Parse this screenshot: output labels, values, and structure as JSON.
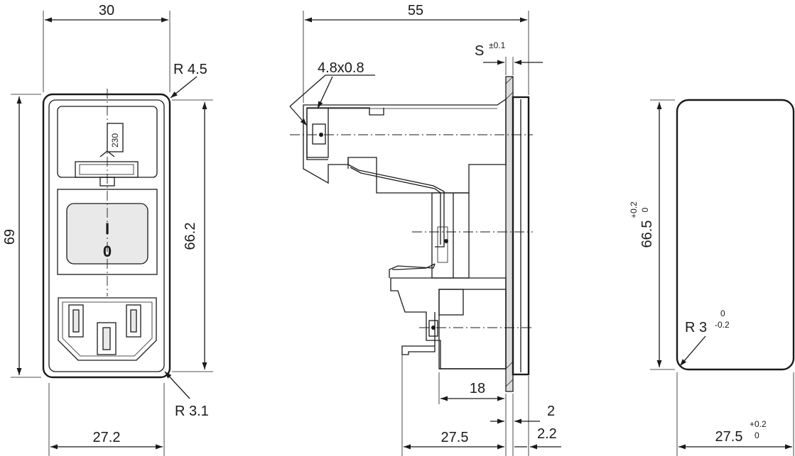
{
  "front_view": {
    "width_top": "30",
    "radius_outer": "R 4.5",
    "height_total": "69",
    "height_inner": "66.2",
    "radius_corner": "R 3.1",
    "width_bottom": "27.2",
    "voltage_label": "230",
    "switch_on": "I",
    "switch_off": "0"
  },
  "side_view": {
    "depth_total": "55",
    "tab_label": "4.8x0.8",
    "s_label": "S",
    "s_tolerance": "±0.1",
    "depth_18": "18",
    "thickness_2": "2",
    "depth_27_5": "27.5",
    "thickness_2_2": "2.2"
  },
  "cutout_view": {
    "height_base": "66.5",
    "height_tol_upper": "+0.2",
    "height_tol_lower": "0",
    "radius_base": "R 3",
    "radius_tol_upper": "0",
    "radius_tol_lower": "-0.2",
    "width_base": "27.5",
    "width_tol_upper": "+0.2",
    "width_tol_lower": "0"
  }
}
